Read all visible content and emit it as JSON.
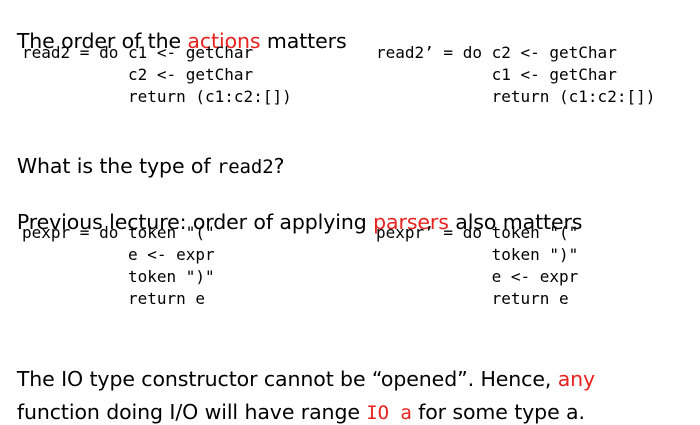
{
  "section1": {
    "heading_pre": "The order of the ",
    "heading_accent": "actions",
    "heading_post": " matters",
    "code_left": "read2 = do c1 <- getChar\n           c2 <- getChar\n           return (c1:c2:[])",
    "code_right": "read2’ = do c2 <- getChar\n            c1 <- getChar\n            return (c1:c2:[])",
    "question_pre": "What is the type of ",
    "question_code": "read2",
    "question_post": "?"
  },
  "section2": {
    "heading_pre": "Previous lecture: order of applying ",
    "heading_accent": "parsers",
    "heading_post": " also matters",
    "code_left": "pexpr = do token \"(\"\n           e <- expr\n           token \")\"\n           return e",
    "code_right": "pexpr’ = do token \"(\"\n            token \")\"\n            e <- expr\n            return e"
  },
  "section3": {
    "line1_pre": "The IO type constructor cannot be “opened”. Hence, ",
    "line1_accent": "any",
    "line2_pre": "function doing I/O will have range ",
    "line2_code": "IO a",
    "line2_post": " for some type a."
  },
  "colors": {
    "text": "#000000",
    "accent": "#e8231f",
    "background": "#ffffff"
  }
}
